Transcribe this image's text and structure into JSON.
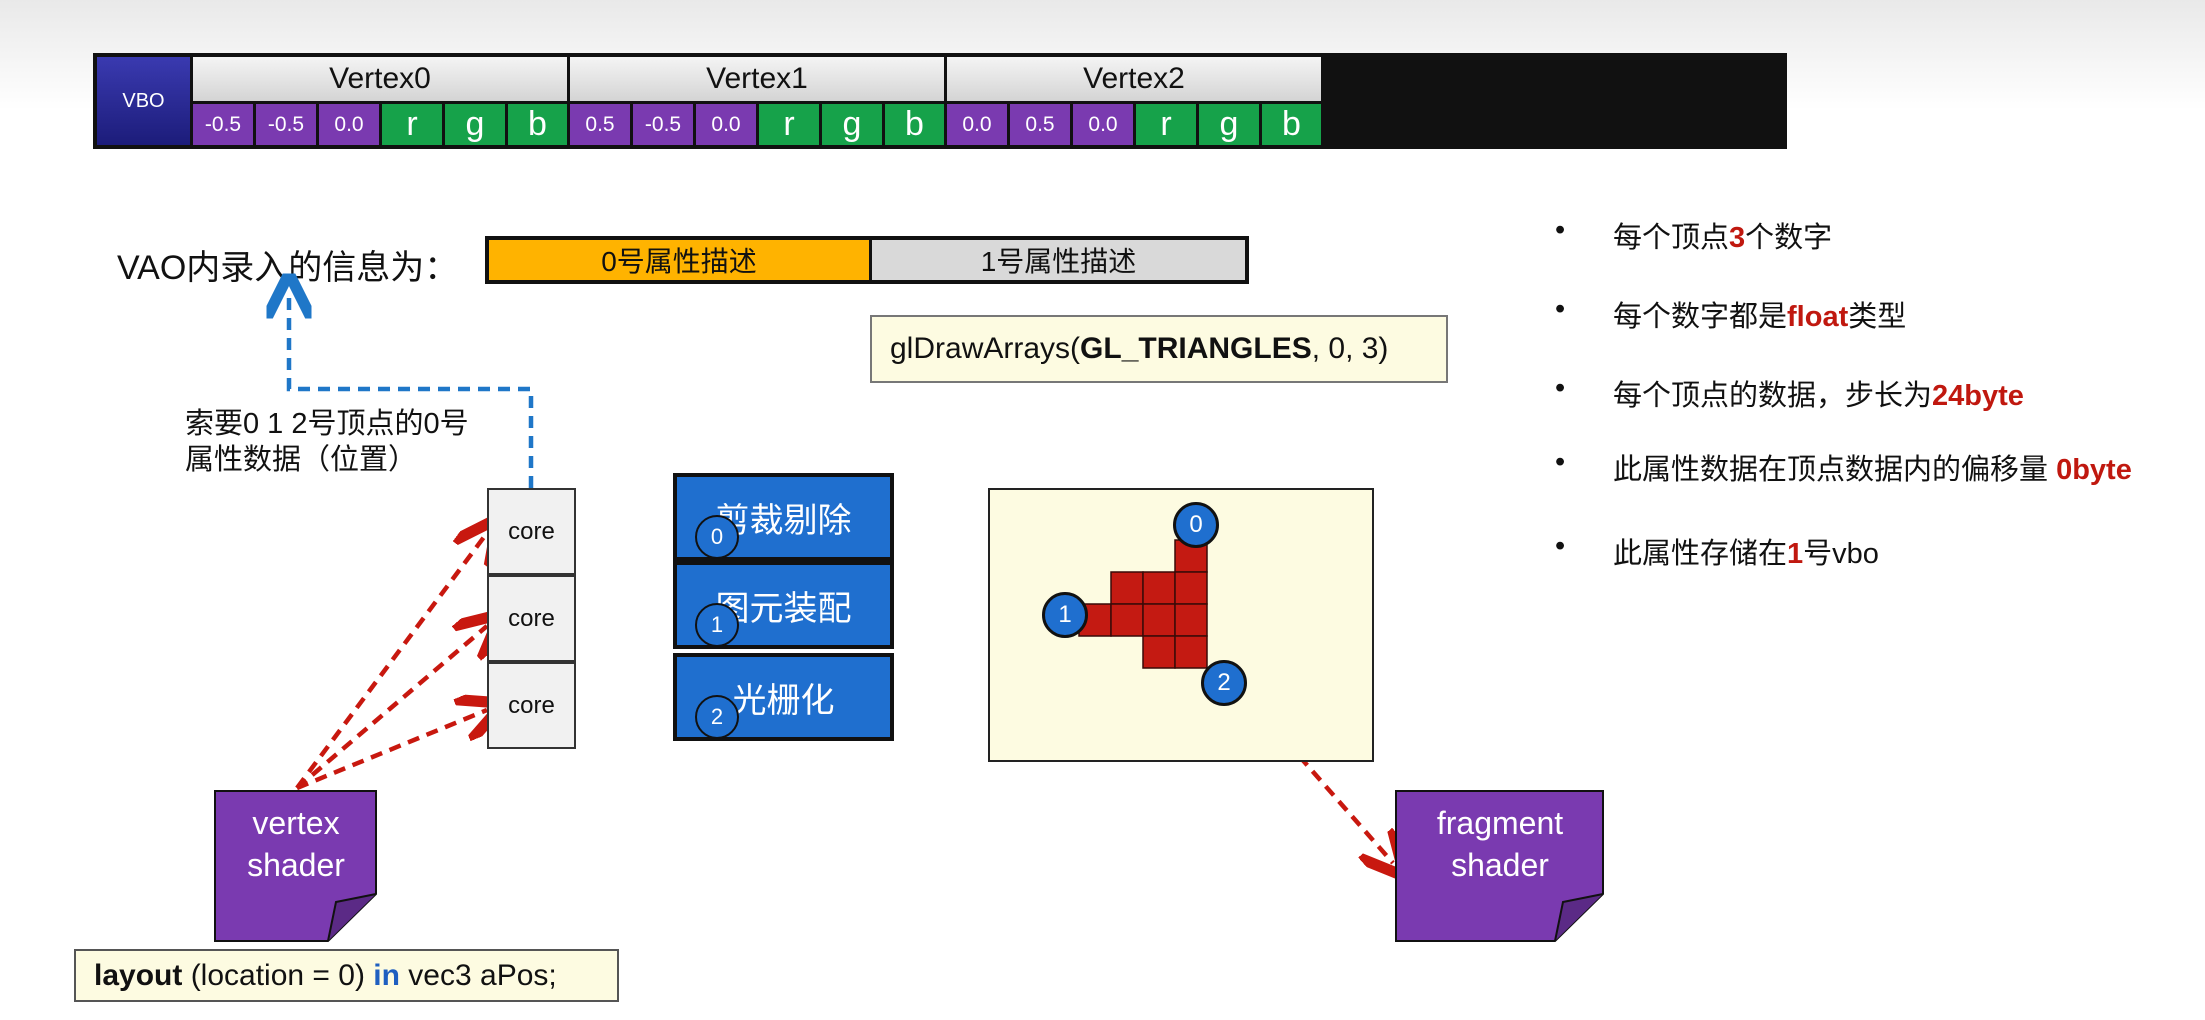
{
  "vbo": {
    "label": "VBO",
    "vertices": [
      {
        "name": "Vertex0",
        "cells": [
          "-0.5",
          "-0.5",
          "0.0",
          "r",
          "g",
          "b"
        ]
      },
      {
        "name": "Vertex1",
        "cells": [
          "0.5",
          "-0.5",
          "0.0",
          "r",
          "g",
          "b"
        ]
      },
      {
        "name": "Vertex2",
        "cells": [
          "0.0",
          "0.5",
          "0.0",
          "r",
          "g",
          "b"
        ]
      }
    ]
  },
  "vao": {
    "title": "VAO内录入的信息为：",
    "attr0": "0号属性描述",
    "attr1": "1号属性描述"
  },
  "draw_call": {
    "prefix": "glDrawArrays(",
    "mode": "GL_TRIANGLES",
    "suffix": ", 0, 3)"
  },
  "request": {
    "line1": "索要0 1 2号顶点的0号",
    "line2": "属性数据（位置）"
  },
  "cores": [
    "core",
    "core",
    "core"
  ],
  "pipeline": [
    {
      "index": "0",
      "label": "剪裁剔除"
    },
    {
      "index": "1",
      "label": "图元装配"
    },
    {
      "index": "2",
      "label": "光栅化"
    }
  ],
  "raster": {
    "v0": "0",
    "v1": "1",
    "v2": "2"
  },
  "vertex_shader": {
    "line1": "vertex",
    "line2": "shader"
  },
  "fragment_shader": {
    "line1": "fragment",
    "line2": "shader"
  },
  "layout_code": {
    "kw1": "layout",
    "mid": " (location = 0) ",
    "kw2": "in",
    "rest": " vec3 aPos;"
  },
  "bullets": [
    {
      "pre": "每个顶点",
      "hl": "3",
      "post": "个数字"
    },
    {
      "pre": "每个数字都是",
      "hl": "float",
      "post": "类型"
    },
    {
      "pre": "每个顶点的数据，步长为",
      "hl": "24byte",
      "post": ""
    },
    {
      "pre": "此属性数据在顶点数据内的偏移量 ",
      "hl": "0byte",
      "post": ""
    },
    {
      "pre": "此属性存储在",
      "hl": "1",
      "post": "号vbo"
    }
  ],
  "colors": {
    "position": "#7a3ab0",
    "color": "#16a24a",
    "pipeline": "#1f6fcf",
    "attr0": "#ffb300",
    "highlight": "#c0180f",
    "arrow_blue": "#1f77c8",
    "arrow_red": "#c8180f"
  }
}
